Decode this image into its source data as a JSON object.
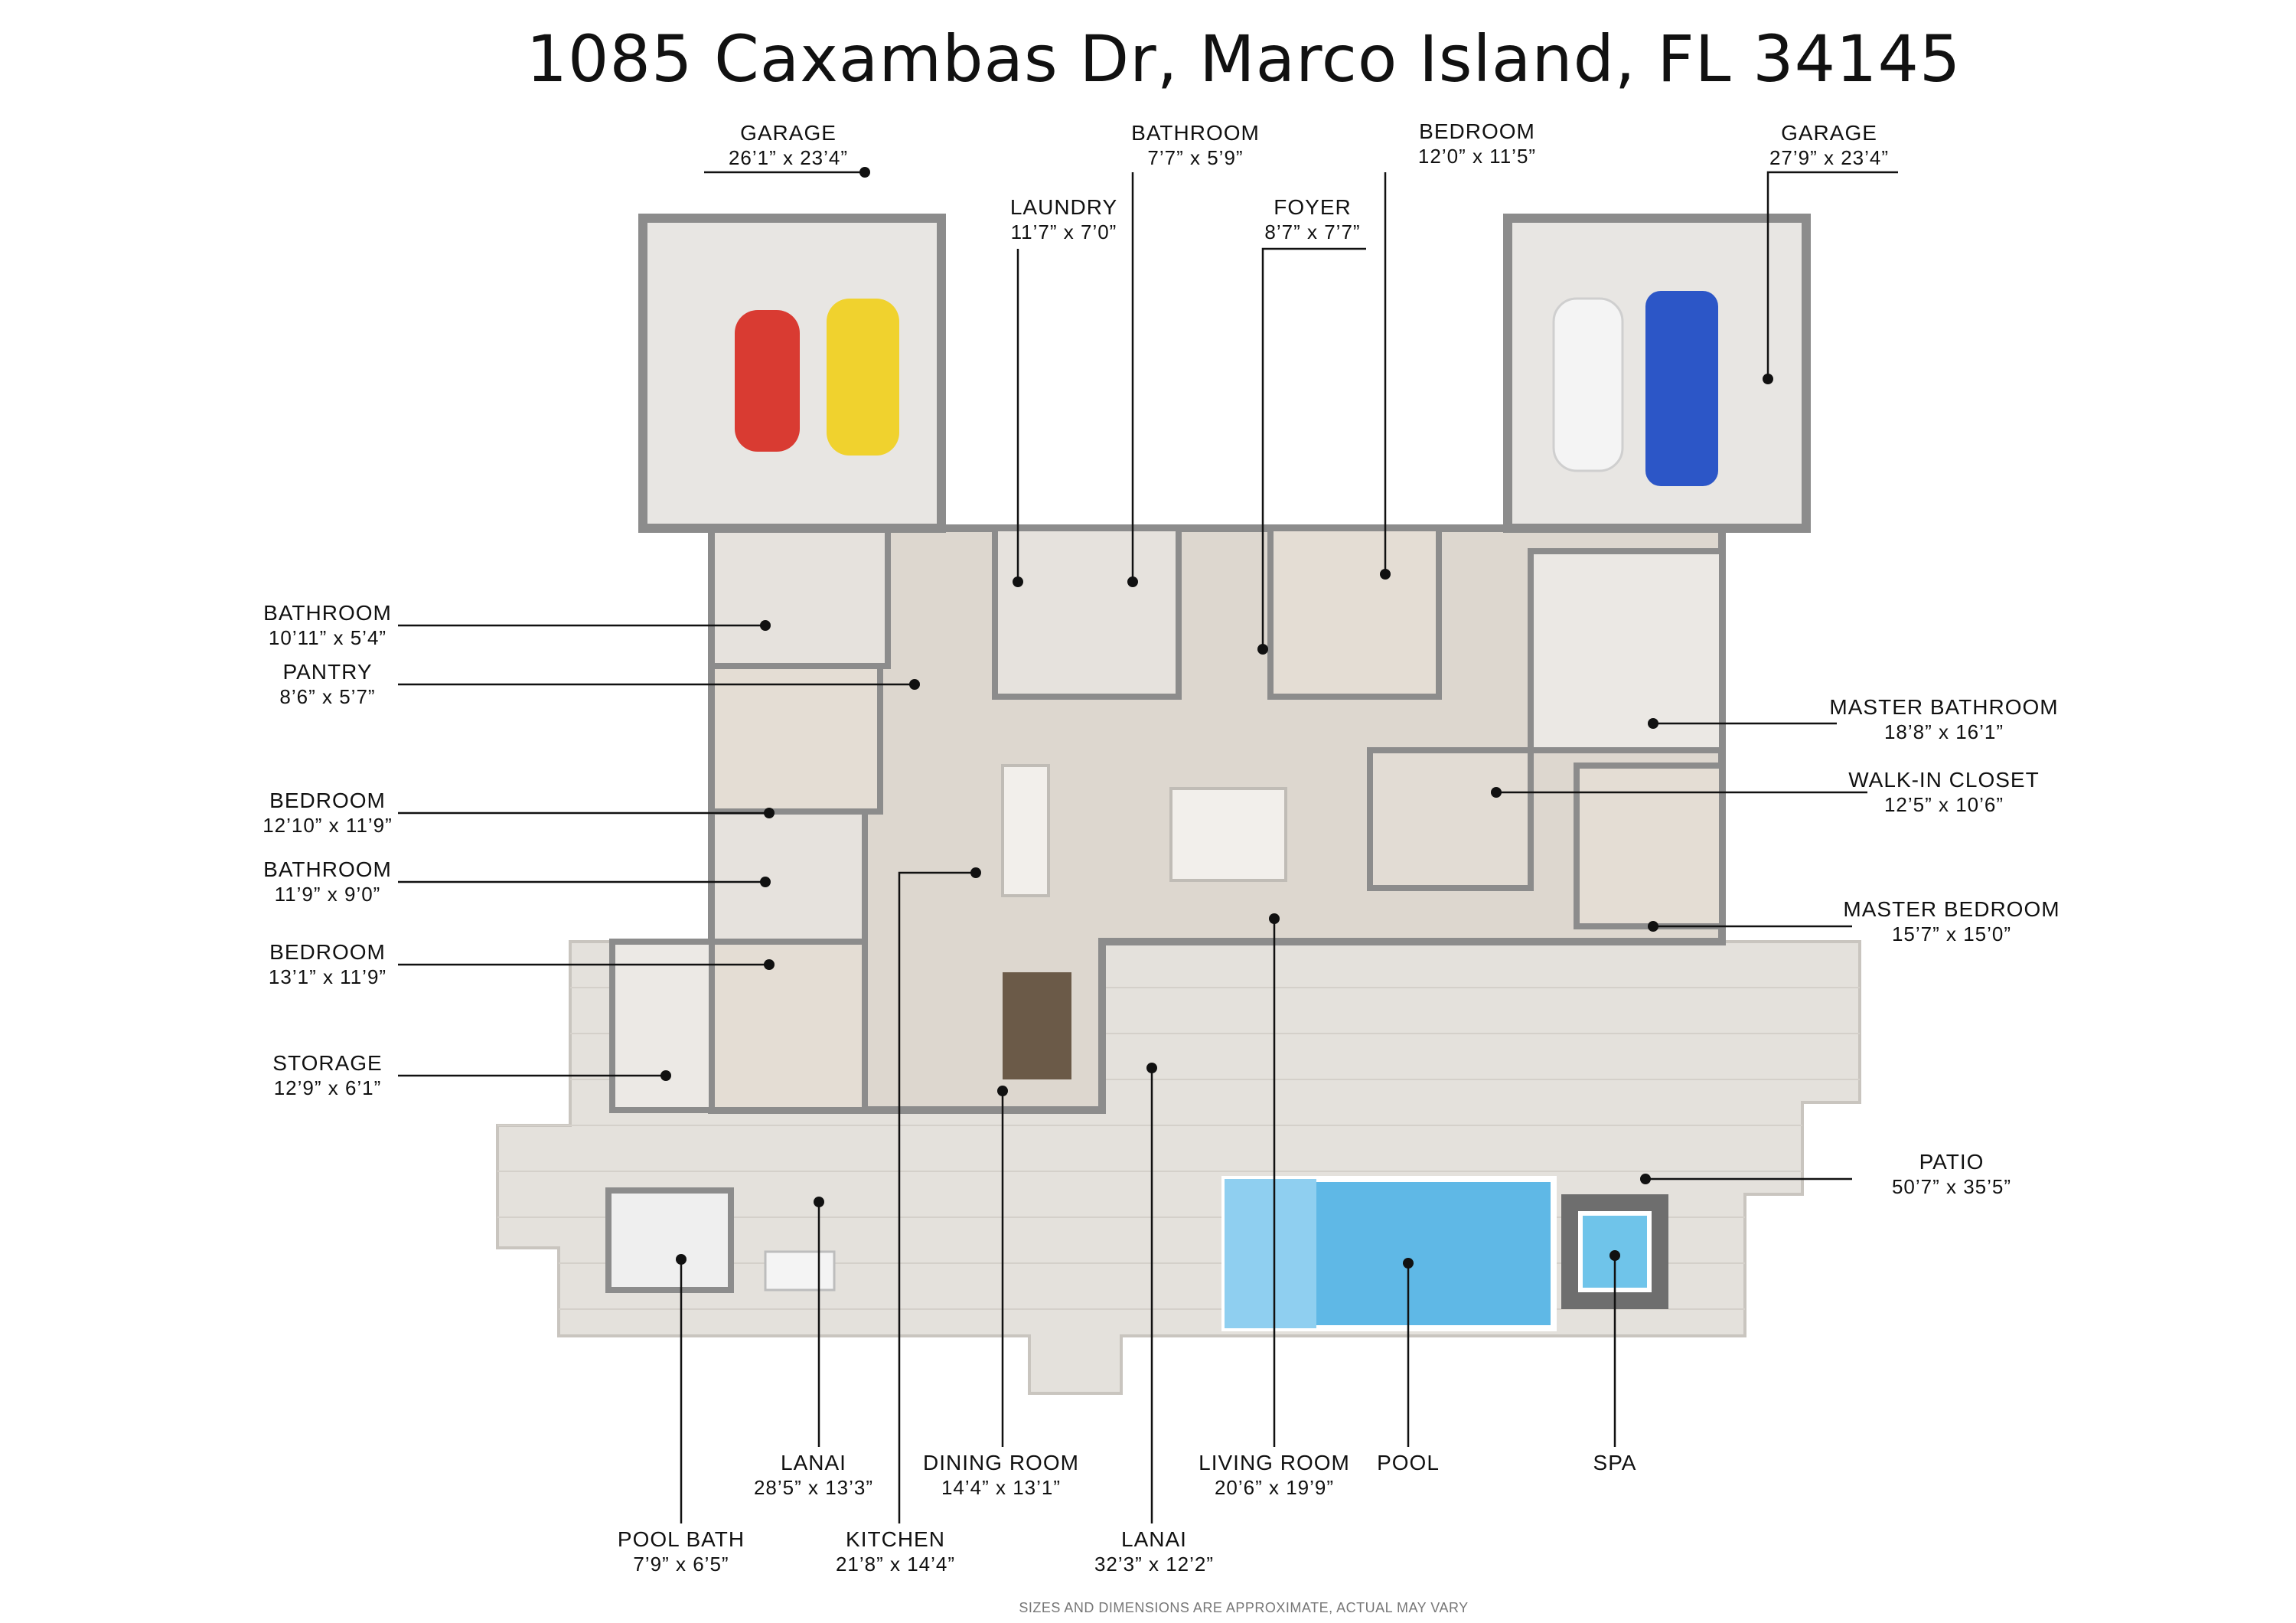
{
  "title": "1085 Caxambas Dr, Marco Island, FL 34145",
  "footer": "SIZES AND DIMENSIONS ARE APPROXIMATE, ACTUAL MAY VARY",
  "colors": {
    "floor": "#ddd7cf",
    "wall": "#8c8c8c",
    "patio": "#e4e1dc",
    "pool": "#5fb8e6",
    "line": "#111111"
  },
  "rooms": [
    {
      "name": "GARAGE",
      "dim": "26’1” x 23’4”"
    },
    {
      "name": "BATHROOM",
      "dim": "7’7” x 5’9”"
    },
    {
      "name": "BEDROOM",
      "dim": "12’0” x 11’5”"
    },
    {
      "name": "GARAGE",
      "dim": "27’9” x 23’4”"
    },
    {
      "name": "LAUNDRY",
      "dim": "11’7” x 7’0”"
    },
    {
      "name": "FOYER",
      "dim": "8’7” x 7’7”"
    },
    {
      "name": "BATHROOM",
      "dim": "10’11” x 5’4”"
    },
    {
      "name": "PANTRY",
      "dim": "8’6” x 5’7”"
    },
    {
      "name": "BEDROOM",
      "dim": "12’10” x 11’9”"
    },
    {
      "name": "BATHROOM",
      "dim": "11’9” x 9’0”"
    },
    {
      "name": "BEDROOM",
      "dim": "13’1” x 11’9”"
    },
    {
      "name": "STORAGE",
      "dim": "12’9” x 6’1”"
    },
    {
      "name": "MASTER BATHROOM",
      "dim": "18’8” x 16’1”"
    },
    {
      "name": "WALK-IN CLOSET",
      "dim": "12’5” x 10’6”"
    },
    {
      "name": "MASTER BEDROOM",
      "dim": "15’7” x 15’0”"
    },
    {
      "name": "PATIO",
      "dim": "50’7” x 35’5”"
    },
    {
      "name": "LANAI",
      "dim": "28’5” x 13’3”"
    },
    {
      "name": "DINING ROOM",
      "dim": "14’4” x 13’1”"
    },
    {
      "name": "LIVING ROOM",
      "dim": "20’6” x 19’9”"
    },
    {
      "name": "POOL",
      "dim": ""
    },
    {
      "name": "SPA",
      "dim": ""
    },
    {
      "name": "POOL BATH",
      "dim": "7’9” x 6’5”"
    },
    {
      "name": "KITCHEN",
      "dim": "21’8” x 14’4”"
    },
    {
      "name": "LANAI",
      "dim": "32’3” x 12’2”"
    }
  ]
}
